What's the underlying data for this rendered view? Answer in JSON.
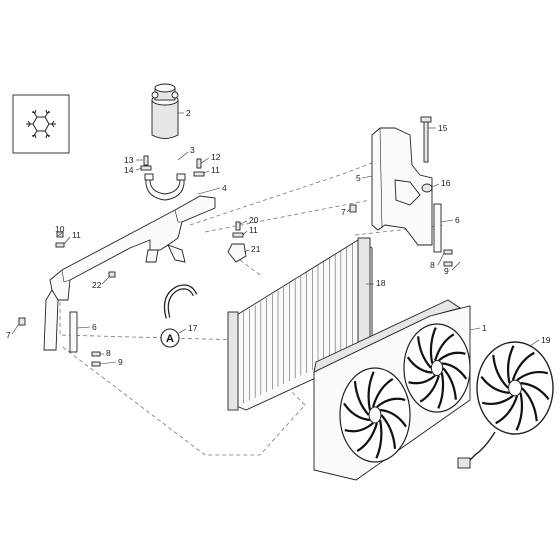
{
  "diagram": {
    "callouts": [
      {
        "id": "c1",
        "label": "1"
      },
      {
        "id": "c2",
        "label": "2"
      },
      {
        "id": "c3",
        "label": "3"
      },
      {
        "id": "c4",
        "label": "4"
      },
      {
        "id": "c5",
        "label": "5"
      },
      {
        "id": "c6a",
        "label": "6"
      },
      {
        "id": "c6b",
        "label": "6"
      },
      {
        "id": "c7a",
        "label": "7"
      },
      {
        "id": "c7b",
        "label": "7"
      },
      {
        "id": "c8a",
        "label": "8"
      },
      {
        "id": "c8b",
        "label": "8"
      },
      {
        "id": "c9a",
        "label": "9"
      },
      {
        "id": "c9b",
        "label": "9"
      },
      {
        "id": "c10",
        "label": "10"
      },
      {
        "id": "c11a",
        "label": "11"
      },
      {
        "id": "c11b",
        "label": "11"
      },
      {
        "id": "c11c",
        "label": "11"
      },
      {
        "id": "c12",
        "label": "12"
      },
      {
        "id": "c13",
        "label": "13"
      },
      {
        "id": "c14",
        "label": "14"
      },
      {
        "id": "c15",
        "label": "15"
      },
      {
        "id": "c16",
        "label": "16"
      },
      {
        "id": "c17",
        "label": "17"
      },
      {
        "id": "c18",
        "label": "18"
      },
      {
        "id": "c19",
        "label": "19"
      },
      {
        "id": "c20",
        "label": "20"
      },
      {
        "id": "c21",
        "label": "21"
      },
      {
        "id": "c22",
        "label": "22"
      }
    ],
    "detail_marker": "A",
    "icon": "snowflake-icon"
  }
}
